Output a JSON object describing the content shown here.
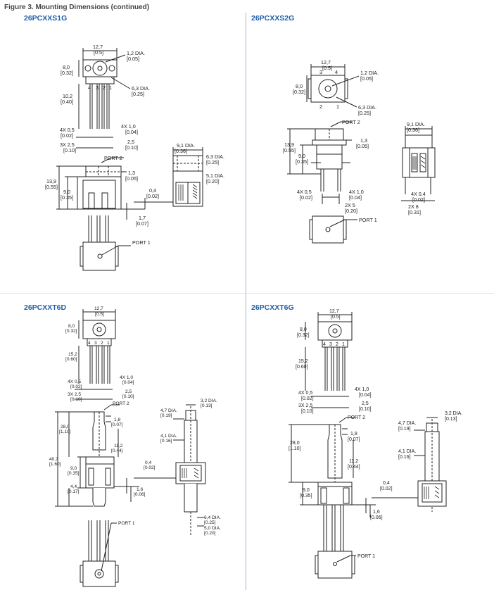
{
  "figure": {
    "title": "Figure 3. Mounting Dimensions (continued)"
  },
  "panels": [
    {
      "title": "26PCXXS1G",
      "labels": {
        "w": "12,7",
        "w_in": "[0.5]",
        "dia12": "1,2 DIA.",
        "dia12_in": "[0.05]",
        "h8": "8,0",
        "h8_in": "[0.32]",
        "dia63": "6,3 DIA.",
        "dia63_in": "[0.25]",
        "h102": "10,2",
        "h102_in": "[0.40]",
        "pin05": "4X 0,5",
        "pin05_in": "[0.02]",
        "pin10": "4X 1,0",
        "pin10_in": "[0.04]",
        "pitch": "3X 2,5",
        "pitch_in": "[0.10]",
        "p25": "2,5",
        "p25_in": "[0.10]",
        "port2": "PORT 2",
        "d91": "9,1 DIA.",
        "d91_in": "[0.36]",
        "d63b": "6,3 DIA.",
        "d63b_in": "[0.25]",
        "d51": "5,1 DIA.",
        "d51_in": "[0.20]",
        "h13": "1,3",
        "h13_in": "[0.05]",
        "h139": "13,9",
        "h139_in": "[0.55]",
        "h90": "9,0",
        "h90_in": "[0.35]",
        "h04": "0,4",
        "h04_in": "[0.02]",
        "h17": "1,7",
        "h17_in": "[0.07]",
        "port1": "PORT 1",
        "pins": [
          "4",
          "3",
          "2",
          "1"
        ]
      }
    },
    {
      "title": "26PCXXS2G",
      "labels": {
        "w": "12,7",
        "w_in": "[0.5]",
        "dia12": "1,2 DIA.",
        "dia12_in": "[0.05]",
        "h8": "8,0",
        "h8_in": "[0.32]",
        "dia63": "6,3 DIA.",
        "dia63_in": "[0.25]",
        "port2": "PORT 2",
        "d91": "9,1 DIA.",
        "d91_in": "[0.36]",
        "h139": "13,9",
        "h139_in": "[0.55]",
        "h13": "1,3",
        "h13_in": "[0.05]",
        "h90": "9,0",
        "h90_in": "[0.35]",
        "pin05": "4X 0,5",
        "pin05_in": "[0.02]",
        "pin10": "4X 1,0",
        "pin10_in": "[0.04]",
        "p25x": "2X 5",
        "p25x_in": "[0.20]",
        "pin04": "4X 0,4",
        "pin04_in": "[0.02]",
        "p8": "2X 8",
        "p8_in": "[0.31]",
        "port1": "PORT 1",
        "pins": [
          "3",
          "4",
          "2",
          "1"
        ]
      }
    },
    {
      "title": "26PCXXT6D",
      "labels": {
        "w": "12,7",
        "w_in": "[0.5]",
        "h8": "8,0",
        "h8_in": "[0.32]",
        "h152": "15,2",
        "h152_in": "[0.60]",
        "pin05": "4X 0,5",
        "pin05_in": "[0.02]",
        "pin10": "4X 1,0",
        "pin10_in": "[0.04]",
        "pitch": "3X 2,5",
        "pitch_in": "[0.10]",
        "p25": "2,5",
        "p25_in": "[0.10]",
        "port2": "PORT 2",
        "d47": "4,7 DIA.",
        "d47_in": "[0.19]",
        "d32": "3,2 DIA.",
        "d32_in": "[0.13]",
        "h18": "1,8",
        "h18_in": "[0.07]",
        "h280": "28,0",
        "h280_in": "[1.10]",
        "d41": "4,1 DIA.",
        "d41_in": "[0.16]",
        "h112": "11,2",
        "h112_in": "[0.44]",
        "h407": "40,7",
        "h407_in": "[1.60]",
        "h04": "0,4",
        "h04_in": "[0.02]",
        "h90": "9,0",
        "h90_in": "[0.35]",
        "h16": "1,6",
        "h16_in": "[0.06]",
        "h44": "4,4",
        "h44_in": "[0.17]",
        "port1": "PORT 1",
        "d64": "6,4 DIA.",
        "d64_in": "[0.25]",
        "d50": "5,0 DIA.",
        "d50_in": "[0.20]",
        "pins": [
          "4",
          "3",
          "2",
          "1"
        ]
      }
    },
    {
      "title": "26PCXXT6G",
      "labels": {
        "w": "12,7",
        "w_in": "[0.5]",
        "h8": "8,0",
        "h8_in": "[0.32]",
        "h152": "15,2",
        "h152_in": "[0.60]",
        "pin05": "4X 0,5",
        "pin05_in": "[0.02]",
        "pin10": "4X 1,0",
        "pin10_in": "[0.04]",
        "pitch": "3X 2,5",
        "pitch_in": "[0.10]",
        "p25": "2,5",
        "p25_in": "[0.10]",
        "port2": "PORT 2",
        "d47": "4,7 DIA.",
        "d47_in": "[0.19]",
        "d32": "3,2 DIA.",
        "d32_in": "[0.13]",
        "h18": "1,8",
        "h18_in": "[0.07]",
        "h280": "28,0",
        "h280_in": "[1.10]",
        "d41": "4,1 DIA.",
        "d41_in": "[0.16]",
        "h112": "11,2",
        "h112_in": "[0.44]",
        "h04": "0,4",
        "h04_in": "[0.02]",
        "h90": "9,0",
        "h90_in": "[0.35]",
        "h16": "1,6",
        "h16_in": "[0.06]",
        "port1": "PORT 1",
        "pins": [
          "4",
          "3",
          "2",
          "1"
        ]
      }
    }
  ]
}
